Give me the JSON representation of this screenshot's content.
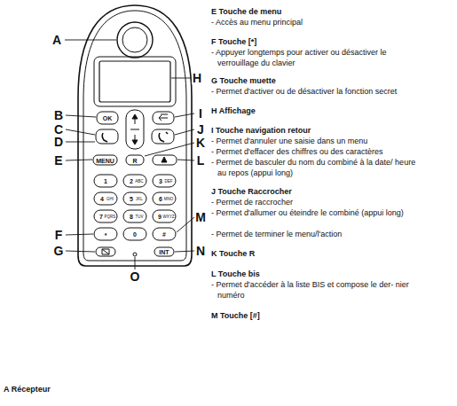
{
  "diagram": {
    "labels": [
      "A",
      "B",
      "C",
      "D",
      "E",
      "F",
      "G",
      "H",
      "I",
      "J",
      "K",
      "L",
      "M",
      "N",
      "O",
      "OK",
      "MENU",
      "R",
      "INT",
      "1",
      "2",
      "ABC",
      "3",
      "DEF",
      "4",
      "GHI",
      "5",
      "JKL",
      "6",
      "MNO",
      "7",
      "PQRS",
      "8",
      "TUV",
      "9",
      "WXYZ",
      "*",
      "0",
      "#",
      "E Touche de menu",
      "- Accès au menu principal",
      "F Touche [*]",
      "- Appuyer longtemps pour activer ou désactiver le verrouillage du clavier",
      "G Touche muette",
      "- Permet d'activer ou de désactiver la fonction secret",
      "H Affichage",
      "I Touche navigation retour",
      "- Permet d'annuler une saisie dans un menu",
      "- Permet d'effacer des chiffres ou des caractères",
      "- Permet de basculer du nom du combiné à la date/ heure au repos (appui long)",
      "J Touche Raccrocher",
      "- Permet de raccrocher",
      "- Permet d'allumer ou éteindre le combiné (appui long)",
      "- Permet de terminer le menu/l'action",
      "K Touche R",
      "L Touche bis",
      "- Permet d'accéder à la liste BIS et compose le der- nier numéro",
      "M Touche [#]",
      "A Récepteur"
    ]
  }
}
